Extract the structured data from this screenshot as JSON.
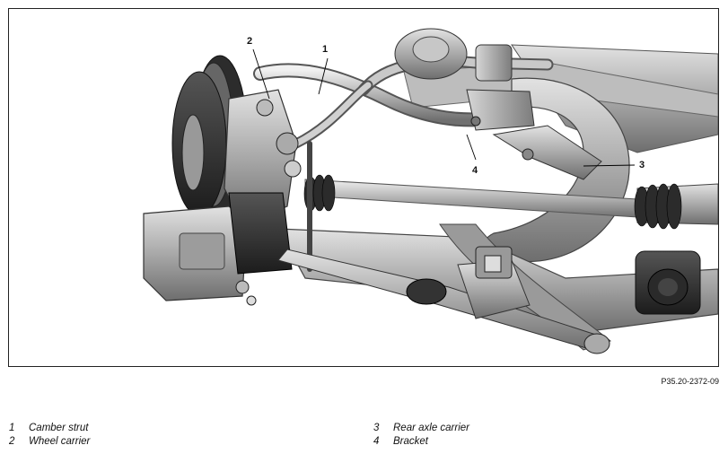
{
  "callouts": [
    "1",
    "2",
    "3",
    "4"
  ],
  "doc_reference": "P35.20-2372-09",
  "legend": [
    {
      "number": "1",
      "label": "Camber strut"
    },
    {
      "number": "2",
      "label": "Wheel carrier"
    },
    {
      "number": "3",
      "label": "Rear axle carrier"
    },
    {
      "number": "4",
      "label": "Bracket"
    }
  ]
}
